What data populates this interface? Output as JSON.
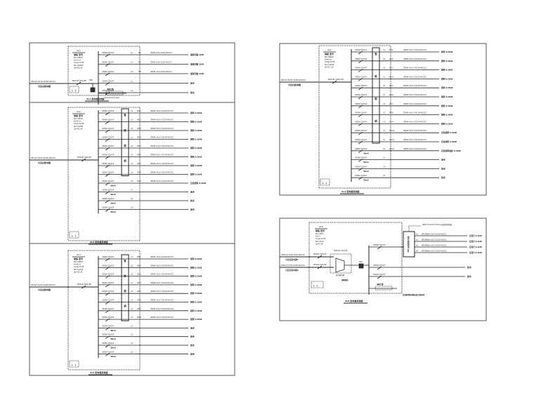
{
  "sheets": [
    {
      "id": "AL1",
      "title": "AL1 配电箱系统图",
      "box": {
        "name": "AL1",
        "params": [
          "Pe=20kW",
          "Kx=0.8",
          "Cosφ=0.85",
          "Pjs=16kW",
          "Ijs=28.6A"
        ],
        "header": "规格 型号"
      },
      "incoming": {
        "cable": "ZR-YJV-5x16-SC50-WC/CC",
        "source": "引自总配电箱",
        "breaker": "NS100 63A/3P"
      },
      "spd_label": "SPD",
      "circuits": [
        {
          "breaker": "C65N-C20/1P",
          "code": "L1",
          "id": "N1",
          "cable": "ZR-BV-3x4-SC20-WC/CC",
          "load": "插座回路 2kW"
        },
        {
          "breaker": "C65N-C20/1P",
          "code": "L2",
          "id": "N2",
          "cable": "ZR-BV-3x4-SC20-WC/CC",
          "load": "插座回路 2kW"
        },
        {
          "breaker": "C65N-C20/1P",
          "code": "L3",
          "id": "N3",
          "cable": "ZR-BV-3x4-SC20-WC/CC",
          "load": "插座回路 2kW"
        },
        {
          "breaker": "C65N-C20/1P",
          "code": "L1",
          "id": "",
          "cable": "",
          "load": "备用"
        },
        {
          "breaker": "C65N-C20/1P",
          "code": "L2",
          "id": "",
          "cable": "",
          "load": "备用"
        }
      ],
      "meter": {
        "label": "电能计量",
        "sub": "measurement equip"
      }
    },
    {
      "id": "AL2",
      "title": "AL2 配电箱系统图",
      "box": {
        "name": "AL2",
        "params": [
          "Pe=30kW",
          "Kx=0.8",
          "Cosφ=0.85",
          "Pjs=24kW",
          "Ijs=42.9A"
        ],
        "header": "规格 型号"
      },
      "incoming": {
        "cable": "ZR-YJV-5x25-SC50-WC/CC",
        "source": "引自总配电箱",
        "breaker": "NS100 80A/3P"
      },
      "bus_label": [
        "智",
        "能",
        "照",
        "明"
      ],
      "circuits": [
        {
          "breaker": "C65N-C16/1P",
          "code": "L1",
          "id": "WL1",
          "cable": "ZR-BV-3x2.5-SC20-WC/CC",
          "load": "照明 0.5kW"
        },
        {
          "breaker": "C65N-C16/1P",
          "code": "L2",
          "id": "WL2",
          "cable": "ZR-BV-3x2.5-SC20-WC/CC",
          "load": "照明 0.5kW"
        },
        {
          "breaker": "C65N-C16/1P",
          "code": "L3",
          "id": "WL3",
          "cable": "ZR-BV-3x2.5-SC20-WC/CC",
          "load": "照明 0.5kW"
        },
        {
          "breaker": "C65N-C16/1P",
          "code": "L1",
          "id": "WL4",
          "cable": "ZR-BV-3x2.5-SC20-WC/CC",
          "load": "照明 0.5kW"
        },
        {
          "breaker": "C65N-C16/1P",
          "code": "L2",
          "id": "WL5",
          "cable": "ZR-BV-3x2.5-SC20-WC/CC",
          "load": "照明 0.5kW"
        },
        {
          "breaker": "C65N-C16/1P",
          "code": "L3",
          "id": "WL6",
          "cable": "ZR-BV-3x2.5-SC20-WC/CC",
          "load": "照明 0.5kW"
        },
        {
          "breaker": "C65N-C16/1P",
          "code": "L1",
          "id": "WL7",
          "cable": "ZR-BV-3x2.5-SC20-WC/CC",
          "load": "照明 0.5kW"
        },
        {
          "breaker": "C65N-C16/1P",
          "code": "L2",
          "id": "WL8",
          "cable": "ZR-BV-3x2.5-SC20-WC/CC",
          "load": "照明 0.5kW"
        },
        {
          "breaker": "C65N-C16/1P",
          "code": "L3",
          "id": "WL9",
          "cable": "ZR-BV-3x2.5-SC20-WC/CC",
          "load": "应急照明 0.5kW",
          "rcd": "30mA"
        },
        {
          "breaker": "C65N-C16/1P",
          "code": "L1",
          "id": "",
          "cable": "",
          "load": "备用",
          "rcd": "30mA"
        },
        {
          "breaker": "C65N-C16/1P",
          "code": "L2",
          "id": "",
          "cable": "",
          "load": "备用",
          "rcd": "30mA"
        },
        {
          "breaker": "C65N-C16/1P",
          "code": "L3",
          "id": "",
          "cable": "",
          "load": "备用",
          "rcd": "30mA"
        }
      ]
    },
    {
      "id": "AL3",
      "title": "AL3 配电箱系统图",
      "box": {
        "name": "AL3",
        "params": [
          "Pe=30kW",
          "Kx=0.8",
          "Cosφ=0.85",
          "Pjs=24kW",
          "Ijs=42.9A"
        ],
        "header": "规格 型号"
      },
      "incoming": {
        "cable": "ZR-YJV-5x25-SC50-WC/CC",
        "source": "引自总配电箱",
        "breaker": "NS100 80A/3P"
      },
      "bus_label": [
        "智",
        "能",
        "照",
        "明"
      ],
      "circuits": [
        {
          "breaker": "C65N-C16/1P",
          "code": "L1",
          "id": "WL1",
          "cable": "ZR-BV-3x2.5-SC20-WC/CC",
          "load": "照明 0.5kW"
        },
        {
          "breaker": "C65N-C16/1P",
          "code": "L2",
          "id": "WL2",
          "cable": "ZR-BV-3x2.5-SC20-WC/CC",
          "load": "照明 0.5kW"
        },
        {
          "breaker": "C65N-C16/1P",
          "code": "L3",
          "id": "WL3",
          "cable": "ZR-BV-3x2.5-SC20-WC/CC",
          "load": "照明 0.5kW"
        },
        {
          "breaker": "C65N-C16/1P",
          "code": "L1",
          "id": "WL4",
          "cable": "ZR-BV-3x2.5-SC20-WC/CC",
          "load": "照明 0.5kW"
        },
        {
          "breaker": "C65N-C16/1P",
          "code": "L2",
          "id": "WL5",
          "cable": "ZR-BV-3x2.5-SC20-WC/CC",
          "load": "照明 0.5kW"
        },
        {
          "breaker": "C65N-C16/1P",
          "code": "L3",
          "id": "WL6",
          "cable": "ZR-BV-3x2.5-SC20-WC/CC",
          "load": "照明 0.5kW"
        },
        {
          "breaker": "C65N-C16/1P",
          "code": "L1",
          "id": "WL7",
          "cable": "ZR-BV-3x2.5-SC20-WC/CC",
          "load": "照明 0.5kW"
        },
        {
          "breaker": "C65N-C16/1P",
          "code": "L2",
          "id": "WL8",
          "cable": "ZR-BV-3x2.5-SC20-WC/CC",
          "load": "照明 0.5kW"
        },
        {
          "breaker": "C65N-C16/1P",
          "code": "L3",
          "id": "",
          "cable": "",
          "load": "备用",
          "rcd": "30mA"
        },
        {
          "breaker": "C65N-C16/1P",
          "code": "L1",
          "id": "",
          "cable": "",
          "load": "备用",
          "rcd": "30mA"
        },
        {
          "breaker": "C65N-C16/1P",
          "code": "L2",
          "id": "",
          "cable": "",
          "load": "备用",
          "rcd": "30mA"
        },
        {
          "breaker": "C65N-C16/1P",
          "code": "L3",
          "id": "",
          "cable": "",
          "load": "备用",
          "rcd": "30mA"
        }
      ]
    },
    {
      "id": "AL4",
      "title": "AL4 配电箱系统图",
      "box": {
        "name": "AL4",
        "params": [
          "Pe=40kW",
          "Kx=0.8",
          "Cosφ=0.85",
          "Pjs=32kW",
          "Ijs=57.2A"
        ],
        "header": "规格 型号"
      },
      "incoming": {
        "cable": "ZR-YJV-5x35-SC50-WC/CC",
        "source": "引自总配电箱",
        "breaker": "NS100 100A/3P"
      },
      "bus_label": [
        "智",
        "能",
        "照",
        "明"
      ],
      "circuits": [
        {
          "breaker": "C65N-C16/1P",
          "code": "L1",
          "id": "WL1",
          "cable": "ZR-BV-3x2.5-SC20-WC/CC",
          "load": "照明 0.5kW"
        },
        {
          "breaker": "C65N-C16/1P",
          "code": "L2",
          "id": "WL2",
          "cable": "ZR-BV-3x2.5-SC20-WC/CC",
          "load": "照明 0.5kW"
        },
        {
          "breaker": "C65N-C16/1P",
          "code": "L3",
          "id": "WL3",
          "cable": "ZR-BV-3x2.5-SC20-WC/CC",
          "load": "照明 0.5kW"
        },
        {
          "breaker": "C65N-C16/1P",
          "code": "L1",
          "id": "WL4",
          "cable": "ZR-BV-3x2.5-SC20-WC/CC",
          "load": "照明 0.5kW"
        },
        {
          "breaker": "C65N-C16/1P",
          "code": "L2",
          "id": "WL5",
          "cable": "ZR-BV-3x2.5-SC20-WC/CC",
          "load": "照明 0.5kW"
        },
        {
          "breaker": "C65N-C16/1P",
          "code": "L3",
          "id": "WL6",
          "cable": "ZR-BV-3x2.5-SC20-WC/CC",
          "load": "照明 0.5kW"
        },
        {
          "breaker": "C65N-C16/1P",
          "code": "L1",
          "id": "WL7",
          "cable": "ZR-BV-3x2.5-SC20-WC/CC",
          "load": "照明 0.5kW"
        },
        {
          "breaker": "C65N-C16/1P",
          "code": "L2",
          "id": "WL8",
          "cable": "ZR-BV-3x2.5-SC20-WC/CC",
          "load": "照明 0.5kW"
        },
        {
          "breaker": "C65N-C16/1P",
          "code": "L3",
          "id": "WL9",
          "cable": "ZR-BV-3x2.5-SC20-WC/CC",
          "load": "照明 0.5kW"
        },
        {
          "breaker": "C65N-C16/1P",
          "code": "L1",
          "id": "WL10",
          "cable": "ZR-BV-3x2.5-SC20-WC/CC",
          "load": "应急照明 0.5kW"
        },
        {
          "breaker": "C65N-C16/1P",
          "code": "L2",
          "id": "WL11",
          "cable": "ZR-BV-3x2.5-SC20-WC/CC",
          "load": "应急照明 0.5kW"
        },
        {
          "breaker": "C65N-C16/1P",
          "code": "L3",
          "id": "WL12",
          "cable": "ZR-BV-3x2.5-SC20-WC/CC",
          "load": "应急照明插座 0.5kW",
          "rcd": "30mA"
        },
        {
          "breaker": "C65N-C16/1P",
          "code": "L1",
          "id": "",
          "cable": "",
          "load": "备用",
          "rcd": "30mA"
        },
        {
          "breaker": "C65N-C16/1P",
          "code": "L2",
          "id": "",
          "cable": "",
          "load": "备用",
          "rcd": "30mA"
        },
        {
          "breaker": "C65N-C16/1P",
          "code": "L3",
          "id": "",
          "cable": "",
          "load": "备用",
          "rcd": "30mA"
        }
      ]
    },
    {
      "id": "ALE",
      "title": "ALE 配电箱系统图",
      "box": {
        "name": "ALE",
        "params": [
          "Pe=3kW",
          "Kx=1",
          "Cosφ=0.85",
          "Pjs=3kW",
          "Ijs=5.4A"
        ],
        "header": "规格 型号"
      },
      "incoming": [
        {
          "cable": "WDZ-YJY-5x6-SC32-WC/CC",
          "source": "引自应急电源1",
          "breaker": "NS100 32A/3P"
        },
        {
          "cable": "WDZ-YJY-5x6-SC32-WC/CC",
          "source": "引自应急电源2",
          "breaker": "NS100 32A/3P"
        }
      ],
      "ats": {
        "label": "WATSG-32A/4P",
        "sub": "双电源切换",
        "note": "消防联动"
      },
      "spd_label": "SPD",
      "circuits": [
        {
          "breaker": "C65N-C10/1P",
          "load": "to EPS"
        },
        {
          "breaker": "C65N-C10/1P",
          "load": "备用"
        },
        {
          "breaker": "C65N-C10/1P",
          "load": "备用"
        }
      ],
      "eps": {
        "label": "EPS 应急照明集中电源",
        "note": "WDZ-YJY-3x2.5-SC20 应急照明控制器",
        "outputs": [
          {
            "id": "e1",
            "cable": "WDZN-BYJ-3x2.5-SC20-WC/CC",
            "load": "应急灯 0.1kW"
          },
          {
            "id": "e2",
            "cable": "WDZN-BYJ-3x2.5-SC20-WC/CC",
            "load": "应急灯 0.1kW"
          },
          {
            "id": "e3",
            "cable": "WDZN-BYJ-3x2.5-SC20-WC/CC",
            "load": "应急灯 0.1kW"
          },
          {
            "id": "e4",
            "cable": "WDZN-BYJ-3x2.5-SC20-WC/CC",
            "load": "应急灯 0.1kW"
          }
        ]
      },
      "meter": {
        "label": "电能计量",
        "note": "应急照明配电箱安装于配电间"
      }
    }
  ]
}
